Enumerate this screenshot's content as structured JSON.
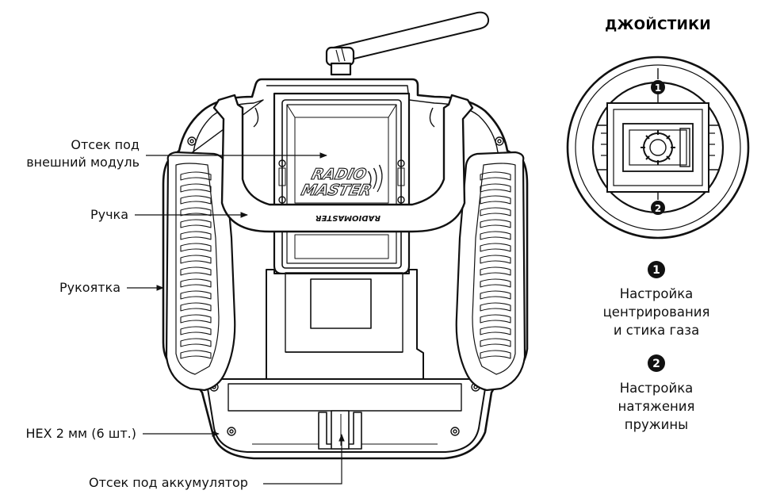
{
  "labels": {
    "external_module_bay_line1": "Отсек под",
    "external_module_bay_line2": "внешний модуль",
    "handle": "Ручка",
    "grip": "Рукоятка",
    "hex": "HEX 2 мм (6 шт.)",
    "battery_bay": "Отсек под аккумулятор"
  },
  "gimbal_panel": {
    "title": "ДЖОЙСТИКИ",
    "marker_1": "1",
    "marker_2": "2",
    "legend_1_number": "1",
    "legend_1_lines": [
      "Настройка",
      "центрирования",
      "и стика газа"
    ],
    "legend_2_number": "2",
    "legend_2_lines": [
      "Настройка",
      "натяжения",
      "пружины"
    ]
  },
  "logo": {
    "top_line1": "RADIO",
    "top_line2": "MASTER",
    "handle_text": "RADIOMASTER"
  },
  "colors": {
    "stroke": "#111111",
    "background": "#ffffff"
  }
}
